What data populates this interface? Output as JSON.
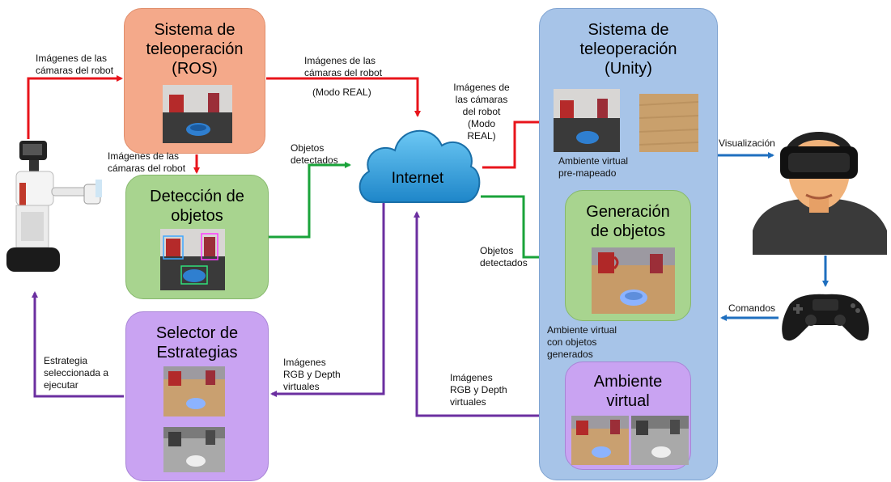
{
  "boxes": {
    "ros": "Sistema de\nteleoperación\n(ROS)",
    "deteccion": "Detección de\nobjetos",
    "selector": "Selector de\nEstrategias",
    "unity": "Sistema de\nteleoperación\n(Unity)",
    "generacion": "Generación\nde objetos",
    "ambiente": "Ambiente\nvirtual"
  },
  "cloud": "Internet",
  "labels": {
    "robot_to_ros": "Imágenes de las\ncámaras del robot",
    "ros_to_det": "Imágenes de las\ncámaras del robot",
    "ros_to_cloud": "Imágenes de las\ncámaras del robot",
    "ros_to_cloud_mode": "(Modo REAL)",
    "det_to_cloud": "Objetos\ndetectados",
    "cloud_to_unity": "Imágenes de\nlas cámaras\ndel robot\n(Modo REAL)",
    "premapeado": "Ambiente virtual\npre-mapeado",
    "cloud_to_gen": "Objetos\ndetectados",
    "gen_to_amb": "Ambiente virtual\ncon objetos\ngenerados",
    "amb_to_cloud": "Imágenes\nRGB y Depth\nvirtuales",
    "cloud_to_sel": "Imágenes\nRGB y Depth\nvirtuales",
    "sel_to_robot": "Estrategia\nseleccionada a\nejecutar",
    "visualizacion": "Visualización",
    "comandos": "Comandos"
  },
  "colors": {
    "red": "#e8141b",
    "green": "#1aa33a",
    "purple": "#6b2fa0",
    "blue": "#1f6fbf",
    "ros_box": "#f4a98a",
    "green_box": "#a8d48f",
    "purple_box": "#c9a3f2",
    "unity_box": "#a7c4e8"
  },
  "icons": [
    "robot-image",
    "cloud-icon",
    "vr-headset-user-image",
    "gamepad-image"
  ]
}
